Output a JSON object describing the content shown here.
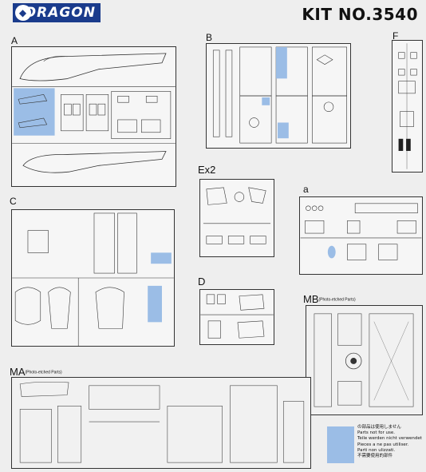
{
  "header": {
    "brand": "DRAGON",
    "kit_number": "KIT NO.3540"
  },
  "sections": {
    "A": "A",
    "B": "B",
    "F": "F",
    "C": "C",
    "Ex2": "Ex2",
    "a": "a",
    "D": "D",
    "MB": "MB",
    "MB_note": "(Photo-etched Parts)",
    "MA": "MA",
    "MA_note": "(Photo-etched Parts)"
  },
  "legend": {
    "lines": [
      "の部品は使用しません",
      "Parts not for use.",
      "Teile werden nicht verwendet",
      "Pieces a ne pas utiliser.",
      "Parti non ulizzati.",
      "不需要使用的部件"
    ]
  },
  "colors": {
    "brand_blue": "#1a3b8c",
    "unused_highlight": "#9bbde6"
  }
}
